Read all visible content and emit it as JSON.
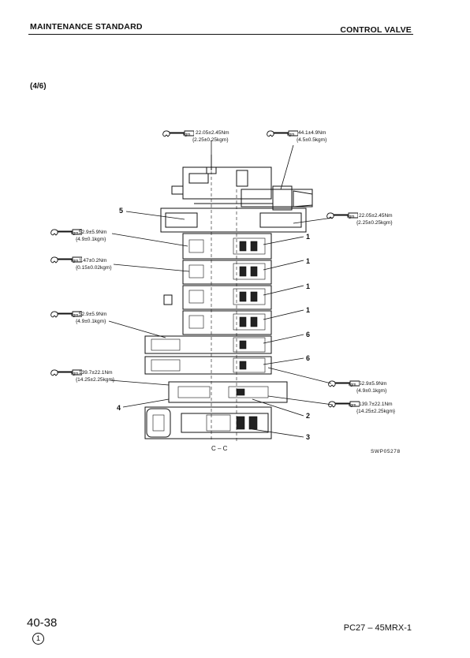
{
  "header": {
    "left": "MAINTENANCE STANDARD",
    "right": "CONTROL VALVE"
  },
  "section_label": "(4/6)",
  "wrench_tag": "kgm",
  "torque_specs": [
    {
      "line1": "22.05±2.45Nm",
      "line2": "{2.25±0.25kgm}"
    },
    {
      "line1": "44.1±4.9Nm",
      "line2": "{4.5±0.5kgm}"
    },
    {
      "line1": "22.05±2.45Nm",
      "line2": "{2.25±0.25kgm}"
    },
    {
      "line1": "52.9±5.9Nm",
      "line2": "{4.9±0.1kgm}"
    },
    {
      "line1": "1.47±0.2Nm",
      "line2": "{0.15±0.02kgm}"
    },
    {
      "line1": "52.9±5.9Nm",
      "line2": "{4.9±0.1kgm}"
    },
    {
      "line1": "139.7±22.1Nm",
      "line2": "{14.25±2.25kgm}"
    },
    {
      "line1": "52.9±5.9Nm",
      "line2": "{4.9±0.1kgm}"
    },
    {
      "line1": "139.7±22.1Nm",
      "line2": "{14.25±2.25kgm}"
    }
  ],
  "callouts": [
    "5",
    "1",
    "1",
    "1",
    "1",
    "6",
    "6",
    "4",
    "2",
    "3"
  ],
  "section_caption": "C – C",
  "figure_code": "SWP05278",
  "footer": {
    "page": "40-38",
    "revision": "1",
    "model": "PC27 – 45MRX-1"
  }
}
